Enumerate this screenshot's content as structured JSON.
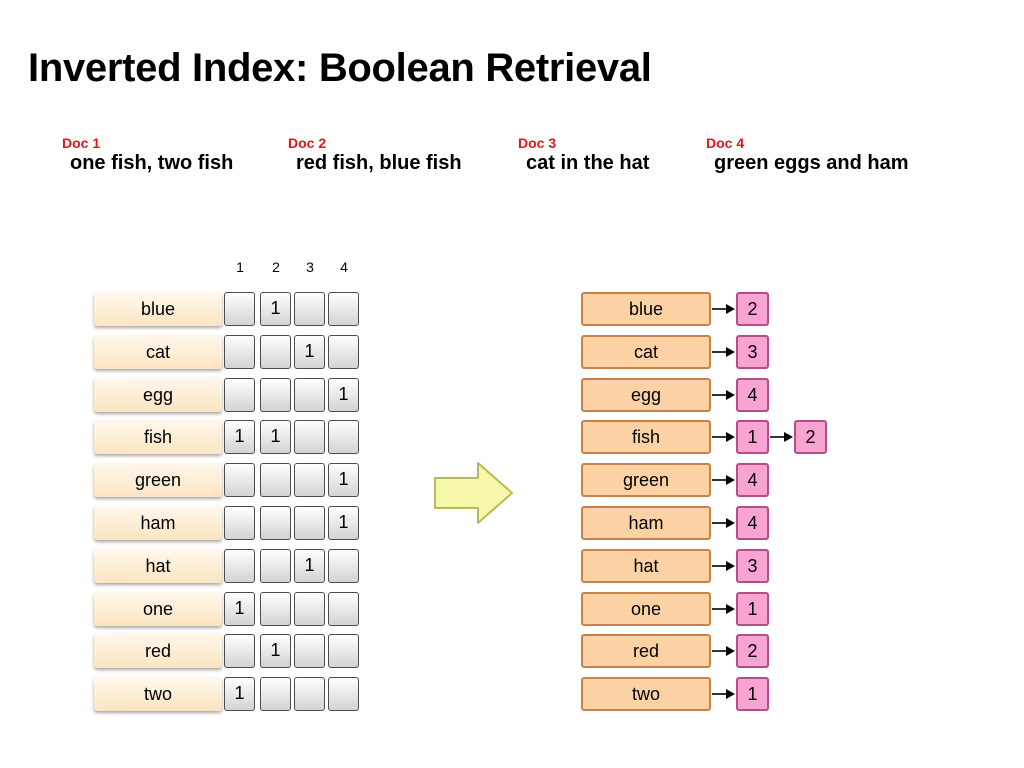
{
  "title": "Inverted Index: Boolean Retrieval",
  "documents": [
    {
      "label": "Doc 1",
      "text": "one fish, two fish"
    },
    {
      "label": "Doc 2",
      "text": "red fish, blue fish"
    },
    {
      "label": "Doc 3",
      "text": "cat in the hat"
    },
    {
      "label": "Doc 4",
      "text": "green eggs and ham"
    }
  ],
  "matrix": {
    "columns": [
      "1",
      "2",
      "3",
      "4"
    ],
    "rows": [
      {
        "term": "blue",
        "cells": [
          "",
          "1",
          "",
          ""
        ]
      },
      {
        "term": "cat",
        "cells": [
          "",
          "",
          "1",
          ""
        ]
      },
      {
        "term": "egg",
        "cells": [
          "",
          "",
          "",
          "1"
        ]
      },
      {
        "term": "fish",
        "cells": [
          "1",
          "1",
          "",
          ""
        ]
      },
      {
        "term": "green",
        "cells": [
          "",
          "",
          "",
          "1"
        ]
      },
      {
        "term": "ham",
        "cells": [
          "",
          "",
          "",
          "1"
        ]
      },
      {
        "term": "hat",
        "cells": [
          "",
          "",
          "1",
          ""
        ]
      },
      {
        "term": "one",
        "cells": [
          "1",
          "",
          "",
          ""
        ]
      },
      {
        "term": "red",
        "cells": [
          "",
          "1",
          "",
          ""
        ]
      },
      {
        "term": "two",
        "cells": [
          "1",
          "",
          "",
          ""
        ]
      }
    ]
  },
  "index": [
    {
      "term": "blue",
      "postings": [
        "2"
      ]
    },
    {
      "term": "cat",
      "postings": [
        "3"
      ]
    },
    {
      "term": "egg",
      "postings": [
        "4"
      ]
    },
    {
      "term": "fish",
      "postings": [
        "1",
        "2"
      ]
    },
    {
      "term": "green",
      "postings": [
        "4"
      ]
    },
    {
      "term": "ham",
      "postings": [
        "4"
      ]
    },
    {
      "term": "hat",
      "postings": [
        "3"
      ]
    },
    {
      "term": "one",
      "postings": [
        "1"
      ]
    },
    {
      "term": "red",
      "postings": [
        "2"
      ]
    },
    {
      "term": "two",
      "postings": [
        "1"
      ]
    }
  ],
  "colors": {
    "doc_label": "#e8141b",
    "term_box_right": "#fcd2a4",
    "posting_box": "#f7a4d3",
    "transform_arrow": "#f6f7a8"
  },
  "icons": {
    "transform": "right-arrow-icon"
  }
}
